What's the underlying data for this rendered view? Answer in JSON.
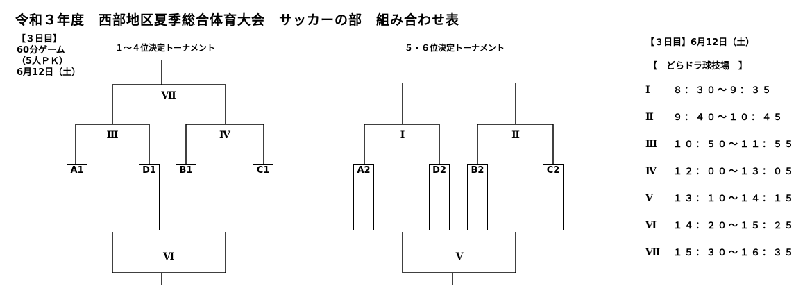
{
  "title": "令和３年度　西部地区夏季総合体育大会　サッカーの部　組み合わせ表",
  "left_info": {
    "day": "【３日目】",
    "game": "60分ゲーム",
    "pk": "（5人ＰＫ）",
    "date": "6月12日（土）"
  },
  "bracket_left": {
    "caption": "１～４位決定トーナメント",
    "final_label": "Ⅶ",
    "semi1_label": "Ⅲ",
    "semi2_label": "Ⅳ",
    "third_label": "Ⅵ",
    "teams": [
      "A1",
      "D1",
      "B1",
      "C1"
    ]
  },
  "bracket_right": {
    "caption": "５・６位決定トーナメント",
    "semi1_label": "Ⅰ",
    "semi2_label": "Ⅱ",
    "final_label": "Ⅴ",
    "teams": [
      "A2",
      "D2",
      "B2",
      "C2"
    ]
  },
  "schedule": {
    "header": "【３日目】6月12日（土）",
    "venue": "【　どらドラ球技場　】",
    "rows": [
      {
        "round": "Ⅰ",
        "time": "８：３０～９：３５"
      },
      {
        "round": "Ⅱ",
        "time": "９：４０～１０：４５"
      },
      {
        "round": "Ⅲ",
        "time": "１０：５０～１１：５５"
      },
      {
        "round": "Ⅳ",
        "time": "１２：００～１３：０５"
      },
      {
        "round": "Ⅴ",
        "time": "１３：１０～１４：１５"
      },
      {
        "round": "Ⅵ",
        "time": "１４：２０～１５：２５"
      },
      {
        "round": "Ⅶ",
        "time": "１５：３０～１６：３５"
      }
    ]
  }
}
